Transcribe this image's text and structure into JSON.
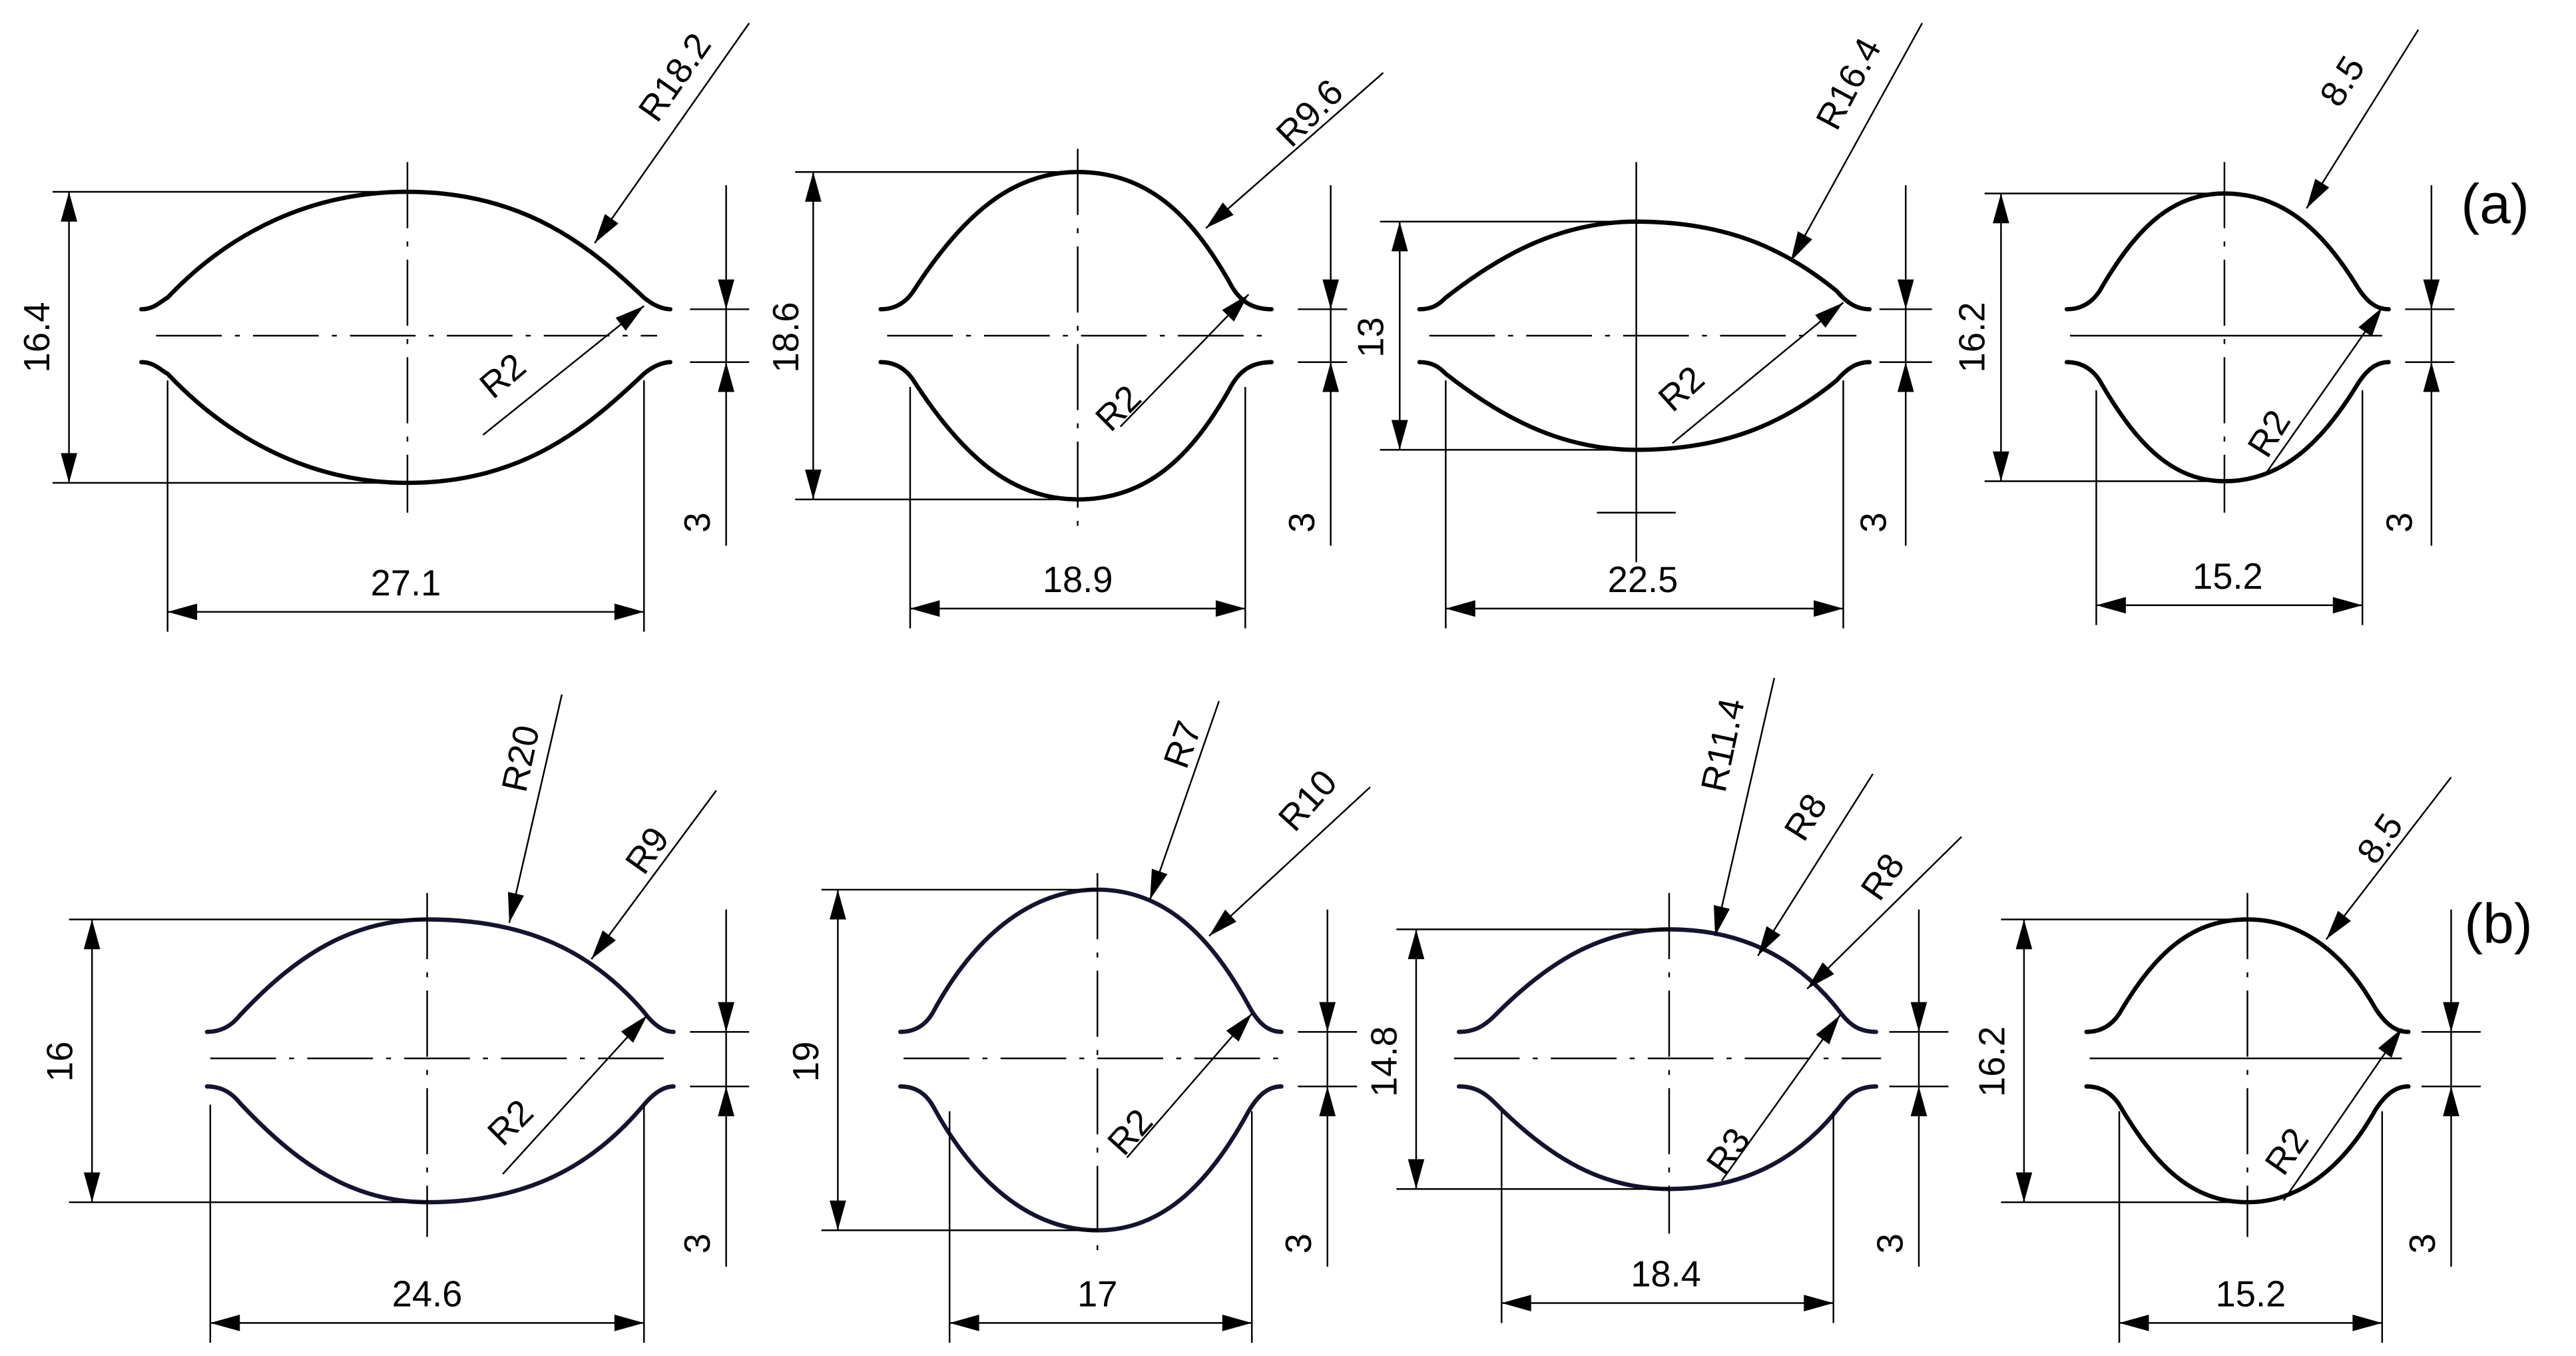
{
  "figure": {
    "panels": [
      {
        "label": "(a)",
        "profiles": [
          {
            "height": "16.4",
            "width": "27.1",
            "gap": "3",
            "radii": [
              "R18.2"
            ],
            "corner_radius": "R2"
          },
          {
            "height": "18.6",
            "width": "18.9",
            "gap": "3",
            "radii": [
              "R9.6"
            ],
            "corner_radius": "R2"
          },
          {
            "height": "13",
            "width": "22.5",
            "gap": "3",
            "radii": [
              "R16.4"
            ],
            "corner_radius": "R2"
          },
          {
            "height": "16.2",
            "width": "15.2",
            "gap": "3",
            "radii": [
              "8.5"
            ],
            "corner_radius": "R2"
          }
        ]
      },
      {
        "label": "(b)",
        "profiles": [
          {
            "height": "16",
            "width": "24.6",
            "gap": "3",
            "radii": [
              "R20",
              "R9"
            ],
            "corner_radius": "R2"
          },
          {
            "height": "19",
            "width": "17",
            "gap": "3",
            "radii": [
              "R7",
              "R10"
            ],
            "corner_radius": "R2"
          },
          {
            "height": "14.8",
            "width": "18.4",
            "gap": "3",
            "radii": [
              "R11.4",
              "R8",
              "R8"
            ],
            "corner_radius": "R3"
          },
          {
            "height": "16.2",
            "width": "15.2",
            "gap": "3",
            "radii": [
              "8.5"
            ],
            "corner_radius": "R2"
          }
        ]
      }
    ]
  }
}
